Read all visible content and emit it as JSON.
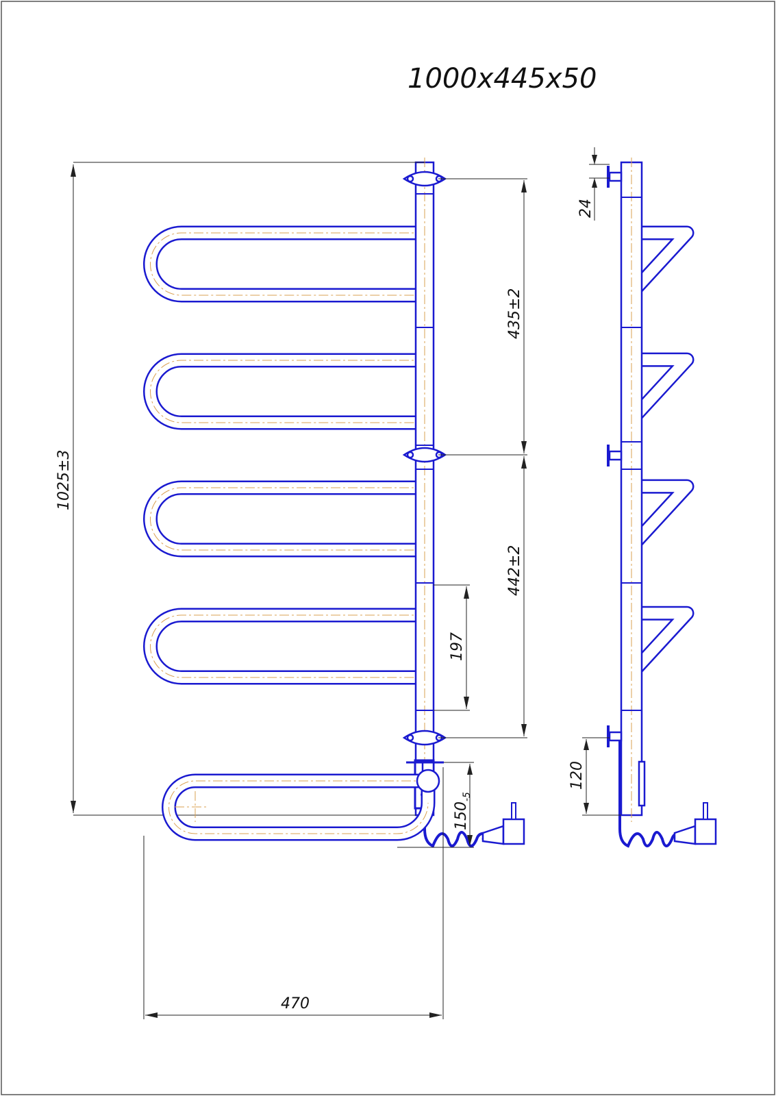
{
  "title": "1000x445x50",
  "dimensions": {
    "overall_height": "1025±3",
    "upper_mount_spacing": "435±2",
    "lower_mount_spacing": "442±2",
    "loop_pitch": "197",
    "wall_offset": "24",
    "controller_height": "120",
    "depth": "150",
    "depth_tolerance": "-5",
    "width": "470"
  },
  "colors": {
    "outline": "#1a1ad0",
    "centerline": "#d9a050"
  }
}
